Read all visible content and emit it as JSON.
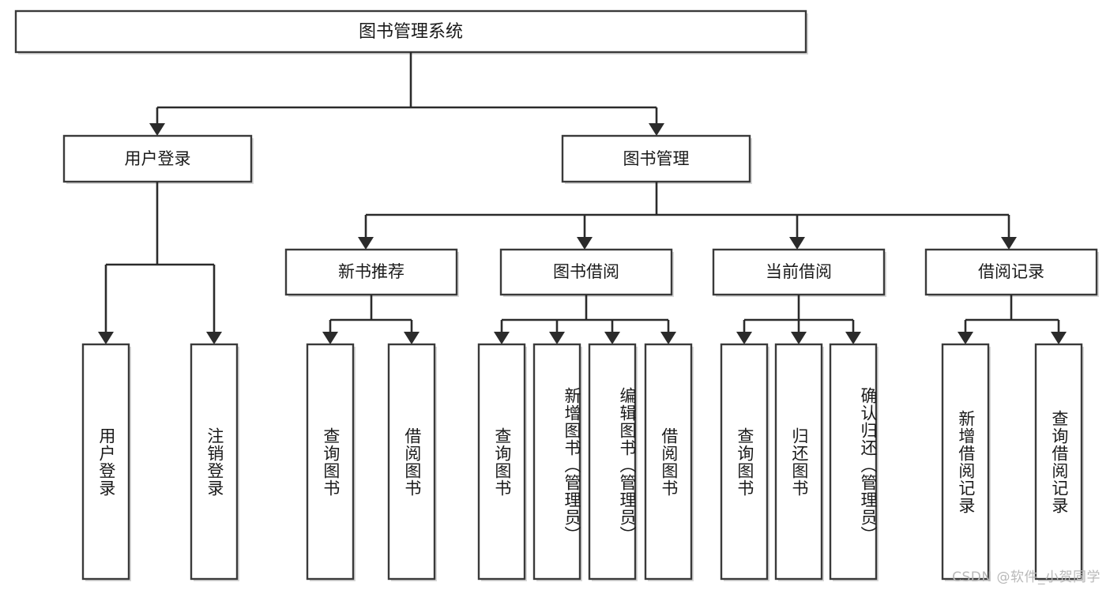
{
  "diagram": {
    "type": "tree-hierarchy",
    "title_node": {
      "id": "root",
      "label": "图书管理系统"
    },
    "level2": [
      {
        "id": "user-login",
        "label": "用户登录"
      },
      {
        "id": "book-manage",
        "label": "图书管理"
      }
    ],
    "level3": [
      {
        "id": "new-book-rec",
        "label": "新书推荐",
        "parent": "book-manage"
      },
      {
        "id": "book-borrow",
        "label": "图书借阅",
        "parent": "book-manage"
      },
      {
        "id": "current-borrow",
        "label": "当前借阅",
        "parent": "book-manage"
      },
      {
        "id": "borrow-record",
        "label": "借阅记录",
        "parent": "book-manage"
      }
    ],
    "leaves": [
      {
        "id": "leaf-user-login",
        "label": "用户登录",
        "parent": "user-login"
      },
      {
        "id": "leaf-logout",
        "label": "注销登录",
        "parent": "user-login"
      },
      {
        "id": "leaf-query-book-1",
        "label": "查询图书",
        "parent": "new-book-rec"
      },
      {
        "id": "leaf-borrow-book-1",
        "label": "借阅图书",
        "parent": "new-book-rec"
      },
      {
        "id": "leaf-query-book-2",
        "label": "查询图书",
        "parent": "book-borrow"
      },
      {
        "id": "leaf-add-book",
        "label": "新增图书（管理员）",
        "parent": "book-borrow"
      },
      {
        "id": "leaf-edit-book",
        "label": "编辑图书（管理员）",
        "parent": "book-borrow"
      },
      {
        "id": "leaf-borrow-book-2",
        "label": "借阅图书",
        "parent": "book-borrow"
      },
      {
        "id": "leaf-query-book-3",
        "label": "查询图书",
        "parent": "current-borrow"
      },
      {
        "id": "leaf-return-book",
        "label": "归还图书",
        "parent": "current-borrow"
      },
      {
        "id": "leaf-confirm-return",
        "label": "确认归还（管理员）",
        "parent": "current-borrow"
      },
      {
        "id": "leaf-add-record",
        "label": "新增借阅记录",
        "parent": "borrow-record"
      },
      {
        "id": "leaf-query-record",
        "label": "查询借阅记录",
        "parent": "borrow-record"
      }
    ]
  },
  "watermark": {
    "text": "CSDN @软件_小贺同学"
  },
  "colors": {
    "box_stroke": "#3a3a3a",
    "connector": "#2b2b2b",
    "text": "#1a1a1a",
    "background": "#ffffff",
    "watermark": "#b9b9b9"
  }
}
